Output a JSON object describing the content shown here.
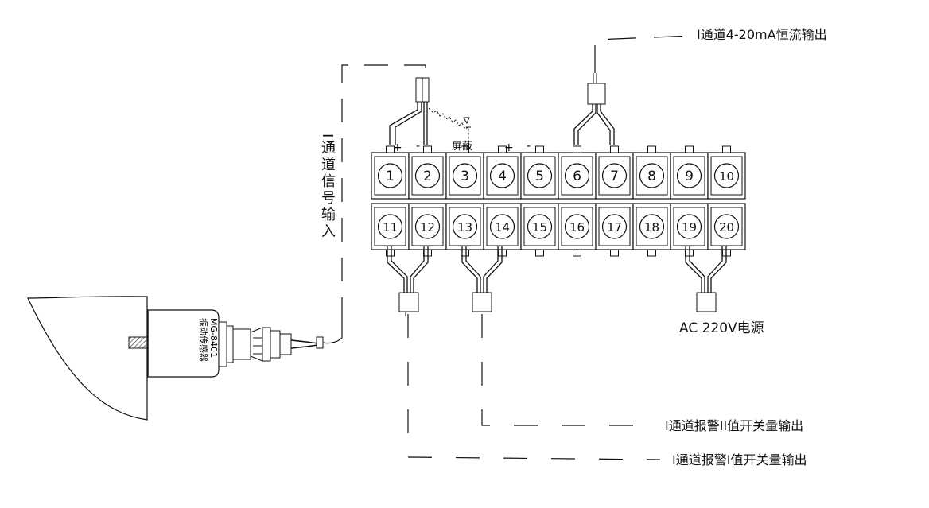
{
  "labels": {
    "ch1_current_output": "I通道4-20mA恒流输出",
    "ch1_signal_input": "I通道信号输入",
    "ac_power": "AC 220V电源",
    "ch1_alarm2_output": "I通道报警II值开关量输出",
    "ch1_alarm1_output": "I通道报警I值开关量输出",
    "shield": "屏蔽",
    "plus": "+",
    "minus": "-"
  },
  "sensor": {
    "model": "MG-8401",
    "name": "振动传感器"
  },
  "terminals": {
    "top_row": [
      "1",
      "2",
      "3",
      "4",
      "5",
      "6",
      "7",
      "8",
      "9",
      "10"
    ],
    "bottom_row": [
      "11",
      "12",
      "13",
      "14",
      "15",
      "16",
      "17",
      "18",
      "19",
      "20"
    ]
  },
  "colors": {
    "line": "#111111",
    "background": "#ffffff",
    "shaft_hatch": "#555555"
  }
}
